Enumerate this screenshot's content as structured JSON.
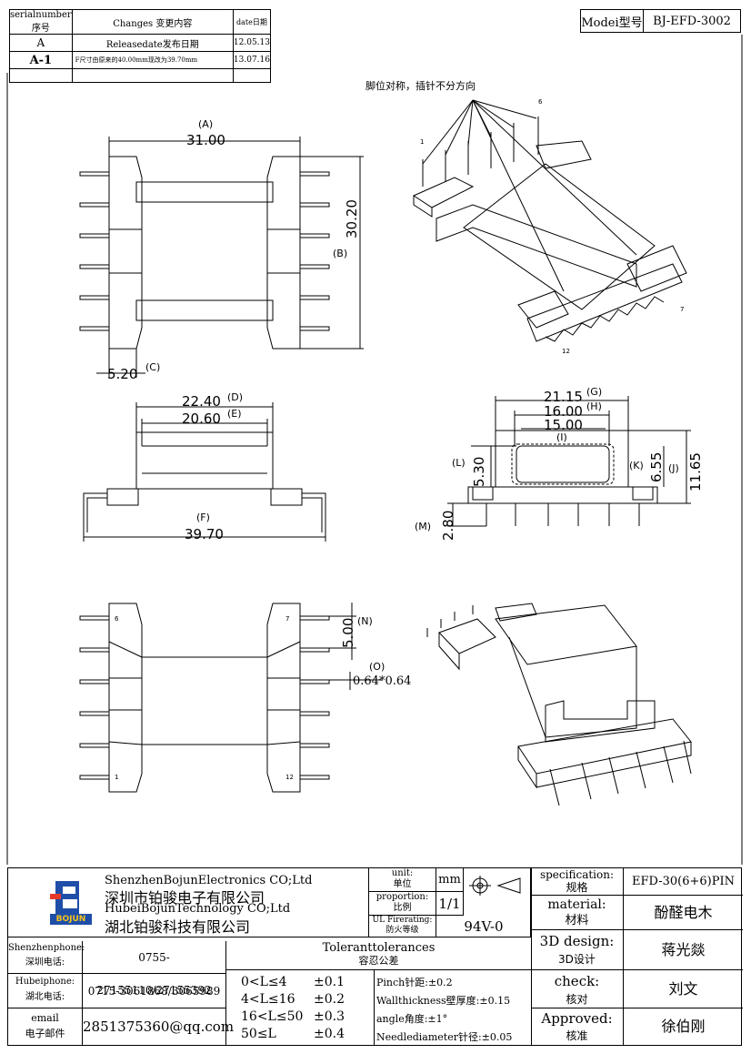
{
  "revision_table": {
    "headers": [
      "serialnumber序号",
      "Changes 变更内容",
      "date日期"
    ],
    "rows": [
      {
        "serial": "A",
        "change": "Releasedate发布日期",
        "date": "12.05.13"
      },
      {
        "serial": "A-1",
        "change": "F尺寸由原来的40.00mm现改为39.70mm",
        "date": "13.07.16"
      }
    ]
  },
  "model": {
    "label": "Modei型号",
    "value": "BJ-EFD-3002"
  },
  "note": "脚位对称，插针不分方向",
  "pin_labels": {
    "p1": "1",
    "p6": "6",
    "p7": "7",
    "p12": "12"
  },
  "dims": {
    "A": "(A)",
    "A_val": "31.00",
    "B": "(B)",
    "B_val": "30.20",
    "C": "(C)",
    "C_val": "5.20",
    "D": "(D)",
    "D_val": "22.40",
    "E": "(E)",
    "E_val": "20.60",
    "F": "(F)",
    "F_val": "39.70",
    "G": "(G)",
    "G_val": "21.15",
    "H": "(H)",
    "H_val": "16.00",
    "I": "(I)",
    "I_val": "15.00",
    "J": "(J)",
    "J_val": "11.65",
    "K": "(K)",
    "K_val": "6.55",
    "L": "(L)",
    "L_val": "5.30",
    "M": "(M)",
    "M_val": "2.80",
    "N": "(N)",
    "N_val": "5.00",
    "O": "(O)",
    "O_val": "0.64*0.64"
  },
  "title_block": {
    "company_en1": "ShenzhenBojunElectronics CO;Ltd",
    "company_cn1": "深圳市铂骏电子有限公司",
    "company_en2": "HubeiBojunTechnology CO;Ltd",
    "company_cn2": "湖北铂骏科技有限公司",
    "logo_text": "BOJUN",
    "unit_label_en": "unit:",
    "unit_label_cn": "单位",
    "unit_value": "mm",
    "proportion_en": "proportion:",
    "proportion_cn": "比例",
    "proportion_value": "1/1",
    "ul_en": "UL Firerating:",
    "ul_cn": "防火等级",
    "ul_value": "94V-0",
    "spec_en": "specification:",
    "spec_cn": "规格",
    "spec_value": "EFD-30(6+6)PIN",
    "material_en": "material:",
    "material_cn": "材料",
    "material_value": "酚醛电木",
    "design_en": "3D design:",
    "design_cn": "3D设计",
    "design_value": "蒋光燚",
    "check_en": "check:",
    "check_cn": "核对",
    "check_value": "刘文",
    "approved_en": "Approved:",
    "approved_cn": "核准",
    "approved_value": "徐伯刚",
    "sz_phone_en": "Shenzhenphone:",
    "sz_phone_cn": "深圳电话:",
    "sz_phone_value": "0755-27155110/27155392",
    "hb_phone_en": "Hubeiphone:",
    "hb_phone_cn": "湖北电话:",
    "hb_phone_value": "0715-3061868/3065989",
    "email_en": "email",
    "email_cn": "电子邮件",
    "email_value": "2851375360@qq.com",
    "tol_en": "Toleranttolerances",
    "tol_cn": "容忍公差",
    "tol_ranges": [
      "0<L≤4",
      "4<L≤16",
      "16<L≤50",
      "50≤L"
    ],
    "tol_values": [
      "±0.1",
      "±0.2",
      "±0.3",
      "±0.4"
    ],
    "tol_notes": [
      "Pinch针距:±0.2",
      "Wallthickness壁厚度:±0.15",
      "angle角度:±1°",
      "Needlediameter针径:±0.05"
    ]
  }
}
